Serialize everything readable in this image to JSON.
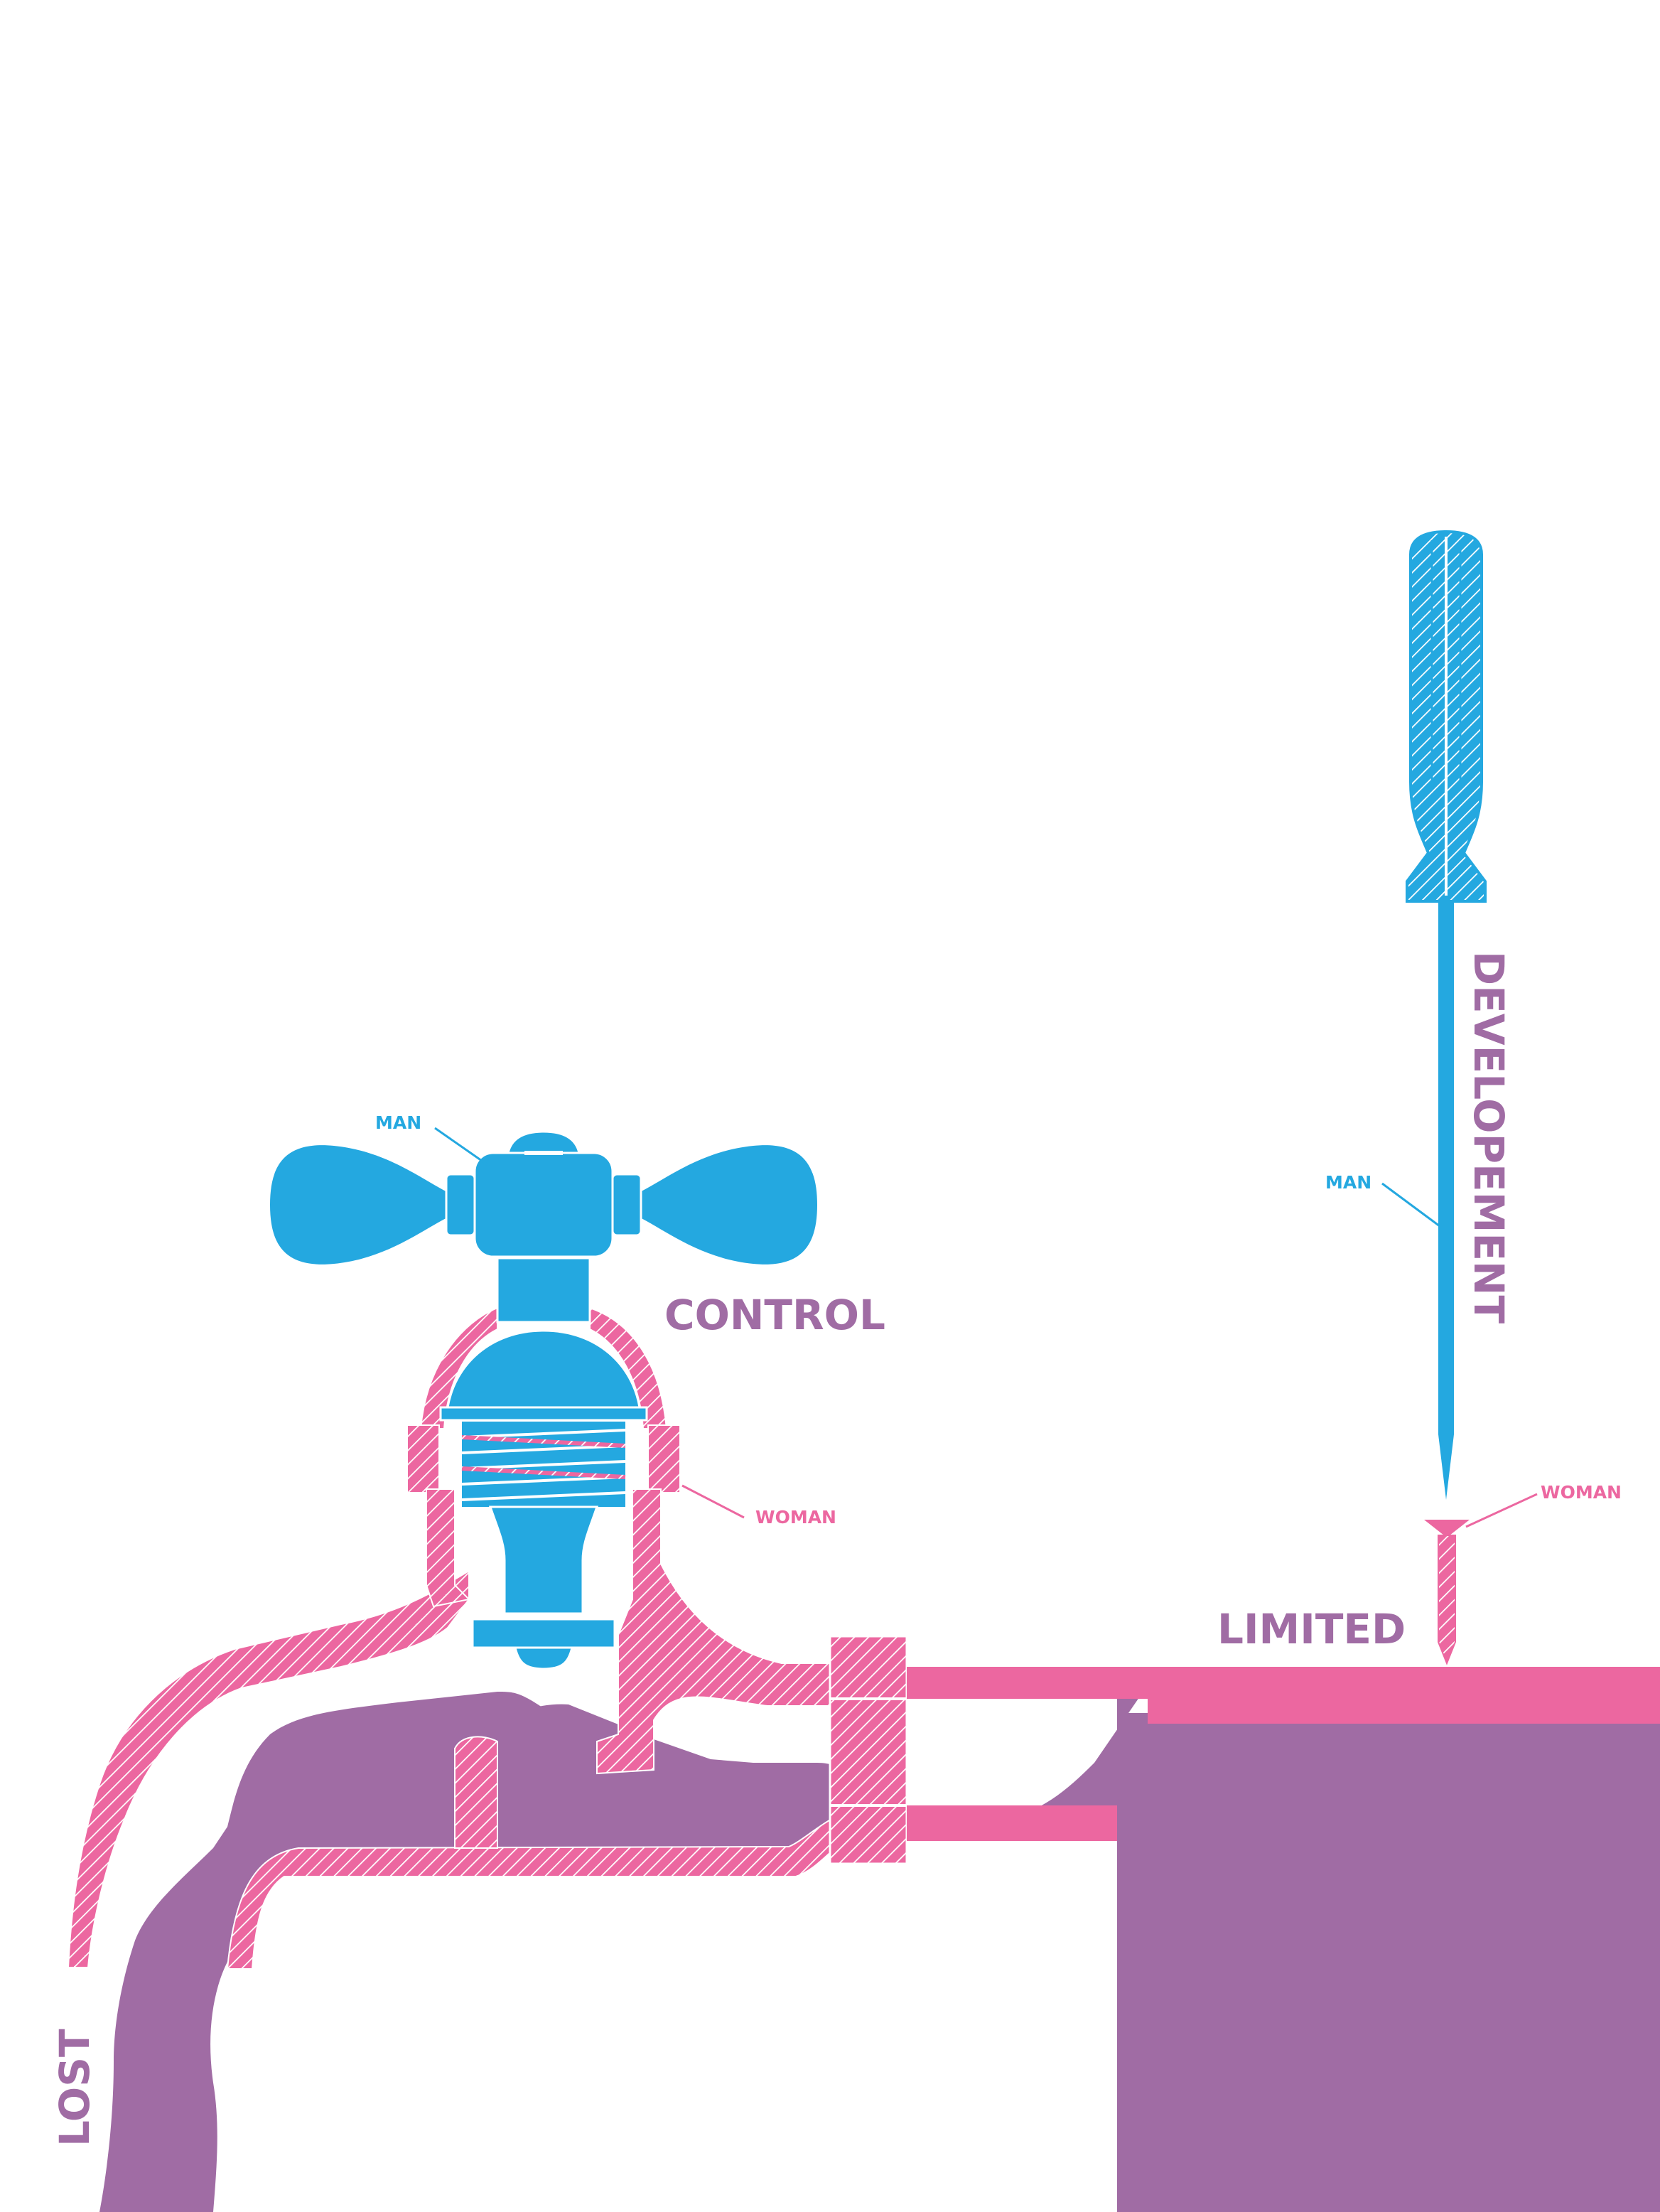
{
  "labels": {
    "control": "CONTROL",
    "limited": "LIMITED",
    "lost": "LOST",
    "development": "DEVELOPEMENT",
    "tap_man": "MAN",
    "tap_woman": "WOMAN",
    "screwdriver_man": "MAN",
    "screw_woman": "WOMAN"
  },
  "colors": {
    "man_blue": "#24A8E0",
    "woman_pink": "#EC67A0",
    "water_purple": "#A06CA4",
    "background": "#FFFFFF"
  },
  "icons": {
    "tap_handle": "faucet-handle-icon",
    "tap_body": "faucet-body-icon",
    "screwdriver": "screwdriver-icon",
    "screw": "screw-icon"
  }
}
